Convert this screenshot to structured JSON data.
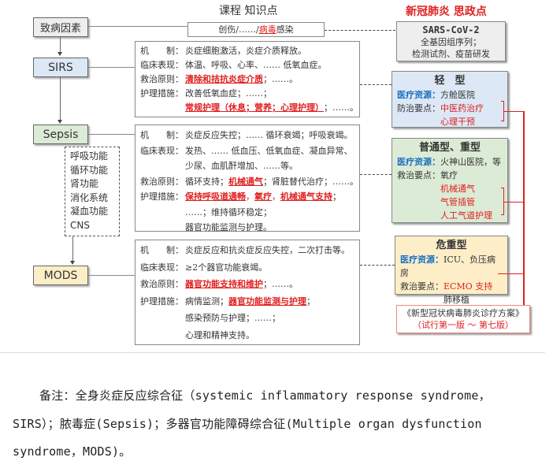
{
  "left_title": "课程 知识点",
  "right_title": "新冠肺炎 思政点",
  "stages": {
    "cause": "致病因素",
    "sirs": "SIRS",
    "sepsis": "Sepsis",
    "mods": "MODS"
  },
  "cause_box": {
    "prefix": "创伤/……/",
    "highlight": "病毒",
    "suffix": "感染"
  },
  "organs": [
    "呼吸功能",
    "循环功能",
    "肾功能",
    "消化系统",
    "凝血功能",
    "CNS"
  ],
  "labels": {
    "mech": "机　　制：",
    "clinical": "临床表现：",
    "principle": "救治原则：",
    "nursing": "护理措施："
  },
  "sirs": {
    "mech": "炎症细胞激活，炎症介质释放。",
    "clinical": "体温、呼吸、心率、…… 低氧血症。",
    "principle_red": "清除和拮抗炎症介质",
    "principle_rest": "；……。",
    "nursing1": "改善低氧血症；……；",
    "nursing2_red": "常规护理（休息；营养；心理护理）",
    "nursing2_rest": "；……。"
  },
  "sepsis": {
    "mech": "炎症反应失控；…… 循环衰竭；呼吸衰竭。",
    "clinical1": "发热、…… 低血压、低氧血症、凝血异常、",
    "clinical2": "少尿、血肌酐增加、……等。",
    "principle_a": "循环支持；",
    "principle_red": "机械通气",
    "principle_b": "；肾脏替代治疗；……。",
    "nursing_red1": "保持呼吸道通畅",
    "nursing_sep1": "，",
    "nursing_red2": "氧疗",
    "nursing_sep2": "，",
    "nursing_red3": "机械通气支持",
    "nursing_end": "；",
    "nursing2": "……；维持循环稳定；",
    "nursing3": "器官功能监测与护理。"
  },
  "mods": {
    "mech": "炎症反应和抗炎症反应失控，二次打击等。",
    "clinical": "≥2个器官功能衰竭。",
    "principle_red": "器官功能支持和维护",
    "principle_rest": "；……。",
    "nursing_a": "病情监测；",
    "nursing_red": "器官功能监测与护理",
    "nursing_end": "；",
    "nursing2": "感染预防与护理；……；",
    "nursing3": "心理和精神支持。"
  },
  "sars": {
    "title": "SARS-CoV-2",
    "line1": "全基因组序列；",
    "line2": "检测试剂、疫苗研发"
  },
  "mild": {
    "title": "轻　型",
    "res_label": "医疗资源：",
    "res": "方舱医院",
    "key_label": "防治要点：",
    "key1": "中医药治疗",
    "key2": "心理干预"
  },
  "severe": {
    "title": "普通型、重型",
    "res_label": "医疗资源：",
    "res": "火神山医院，等",
    "key_label": "救治要点：",
    "key0": "氧疗",
    "key1": "机械通气",
    "key2": "气管插管",
    "key3": "人工气道护理"
  },
  "critical": {
    "title": "危重型",
    "res_label": "医疗资源：",
    "res": "ICU、负压病房",
    "key_label": "救治要点：",
    "key1": "ECMO 支持",
    "key2": "肺移植"
  },
  "plan": {
    "line1": "《新型冠状病毒肺炎诊疗方案》",
    "line2": "（试行第一版 ～ 第七版）"
  },
  "footnote": {
    "line1": "备注：全身炎症反应综合征（systemic inflammatory response syndrome，",
    "line2": "SIRS）；脓毒症(Sepsis)；多器官功能障碍综合征(Multiple organ dysfunction",
    "line3": "syndrome，MODS)。"
  },
  "colors": {
    "red": "#e02020",
    "blue": "#1a70c0",
    "sirs": "#dce8f5",
    "sepsis": "#dcebd5",
    "mods": "#fdeec8",
    "cause": "#eeeeee"
  }
}
